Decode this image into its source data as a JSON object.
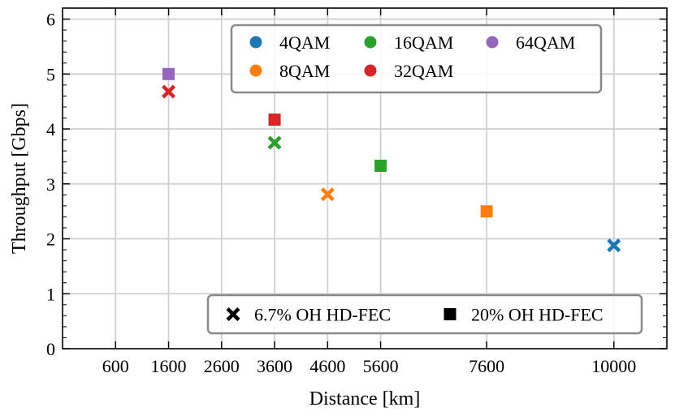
{
  "chart_data": {
    "type": "scatter",
    "xlabel": "Distance [km]",
    "ylabel": "Throughput [Gbps]",
    "xlim": [
      -400,
      11000
    ],
    "ylim": [
      0,
      6.2
    ],
    "x_ticks": [
      600,
      1600,
      2600,
      3600,
      4600,
      5600,
      7600,
      10000
    ],
    "y_ticks": [
      0,
      1,
      2,
      3,
      4,
      5,
      6
    ],
    "grid": true,
    "series": [
      {
        "name": "4QAM",
        "color": "#1f77b4"
      },
      {
        "name": "8QAM",
        "color": "#ff7f0e"
      },
      {
        "name": "16QAM",
        "color": "#2ca02c"
      },
      {
        "name": "32QAM",
        "color": "#d62728"
      },
      {
        "name": "64QAM",
        "color": "#9467bd"
      }
    ],
    "markers": [
      {
        "name": "6.7% OH HD-FEC",
        "shape": "x-filled"
      },
      {
        "name": "20% OH HD-FEC",
        "shape": "square"
      }
    ],
    "points": [
      {
        "series": "4QAM",
        "marker": "6.7% OH HD-FEC",
        "x": 10000,
        "y": 1.88
      },
      {
        "series": "8QAM",
        "marker": "6.7% OH HD-FEC",
        "x": 4600,
        "y": 2.81
      },
      {
        "series": "8QAM",
        "marker": "20% OH HD-FEC",
        "x": 7600,
        "y": 2.5
      },
      {
        "series": "16QAM",
        "marker": "6.7% OH HD-FEC",
        "x": 3600,
        "y": 3.75
      },
      {
        "series": "16QAM",
        "marker": "20% OH HD-FEC",
        "x": 5600,
        "y": 3.33
      },
      {
        "series": "32QAM",
        "marker": "6.7% OH HD-FEC",
        "x": 1600,
        "y": 4.68
      },
      {
        "series": "32QAM",
        "marker": "20% OH HD-FEC",
        "x": 3600,
        "y": 4.17
      },
      {
        "series": "64QAM",
        "marker": "20% OH HD-FEC",
        "x": 1600,
        "y": 5.0
      }
    ],
    "legend_series_placement": "top-right",
    "legend_markers_placement": "bottom-right"
  }
}
